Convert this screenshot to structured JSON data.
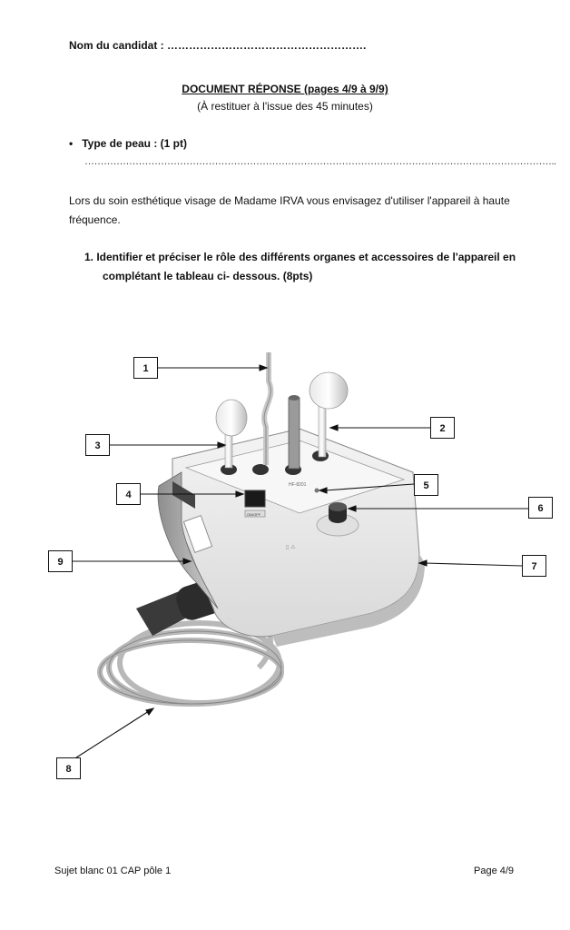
{
  "header": {
    "candidate": "Nom du candidat : ……………………………………………….",
    "title": "DOCUMENT RÉPONSE (pages 4/9 à 9/9)",
    "subtitle": "(À restituer à l'issue des 45 minutes)"
  },
  "skin_type": {
    "bullet": "•",
    "label": "Type de peau : (1 pt)",
    "answer_dots": "………………………………………………………………………………………………………………………………….."
  },
  "intro": {
    "line1": "Lors du soin esthétique visage de Madame IRVA vous envisagez d'utiliser l'appareil à haute",
    "line2": "fréquence."
  },
  "question": {
    "line1": "1.   Identifier et préciser le rôle des différents organes et accessoires de l'appareil en",
    "line2": "complétant le tableau ci- dessous. (8pts)"
  },
  "labels": [
    "1",
    "2",
    "3",
    "4",
    "5",
    "6",
    "7",
    "8",
    "9"
  ],
  "device": {
    "panel_marking": "HF-8201",
    "switch_marking": "ON/OFF"
  },
  "footer": {
    "left": "Sujet blanc 01 CAP pôle 1",
    "right": "Page 4/9"
  }
}
